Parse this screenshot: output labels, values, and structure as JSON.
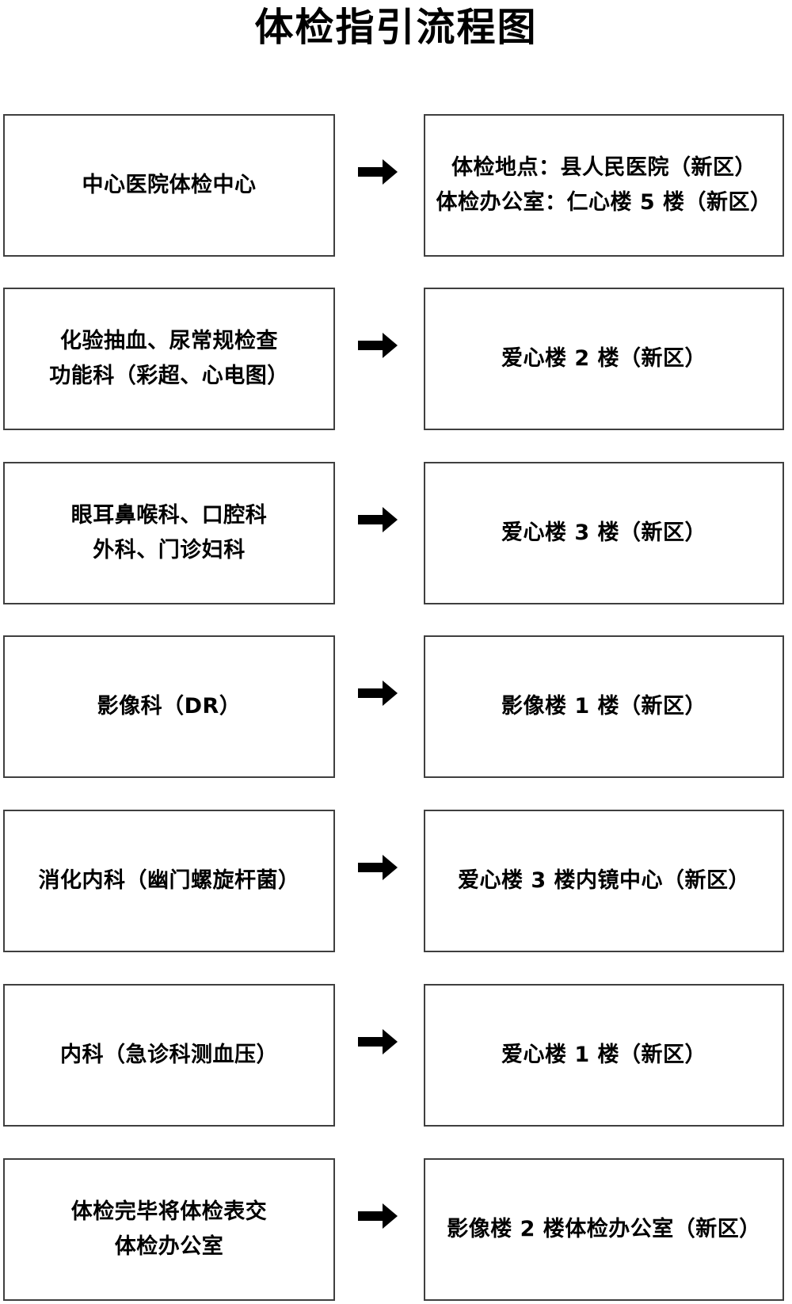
{
  "title": "体检指引流程图",
  "colors": {
    "background": "#ffffff",
    "box_border": "#3f3f3f",
    "text": "#000000",
    "arrow": "#000000"
  },
  "arrow_icon": "right-arrow",
  "rows": [
    {
      "left": {
        "line1": "中心医院体检中心",
        "line2": ""
      },
      "right": {
        "line1": "体检地点：县人民医院（新区）",
        "line2": "体检办公室：仁心楼 5 楼（新区）"
      }
    },
    {
      "left": {
        "line1": "化验抽血、尿常规检查",
        "line2": "功能科（彩超、心电图）"
      },
      "right": {
        "line1": "爱心楼 2 楼（新区）",
        "line2": ""
      }
    },
    {
      "left": {
        "line1": "眼耳鼻喉科、口腔科",
        "line2": "外科、门诊妇科"
      },
      "right": {
        "line1": "爱心楼 3 楼（新区）",
        "line2": ""
      }
    },
    {
      "left": {
        "line1": "影像科（DR）",
        "line2": ""
      },
      "right": {
        "line1": "影像楼 1 楼（新区）",
        "line2": ""
      }
    },
    {
      "left": {
        "line1": "消化内科（幽门螺旋杆菌）",
        "line2": ""
      },
      "right": {
        "line1": "爱心楼 3 楼内镜中心（新区）",
        "line2": ""
      }
    },
    {
      "left": {
        "line1": "内科（急诊科测血压）",
        "line2": ""
      },
      "right": {
        "line1": "爱心楼 1 楼（新区）",
        "line2": ""
      }
    },
    {
      "left": {
        "line1": "体检完毕将体检表交",
        "line2": "体检办公室"
      },
      "right": {
        "line1": "影像楼 2 楼体检办公室（新区）",
        "line2": ""
      }
    }
  ]
}
